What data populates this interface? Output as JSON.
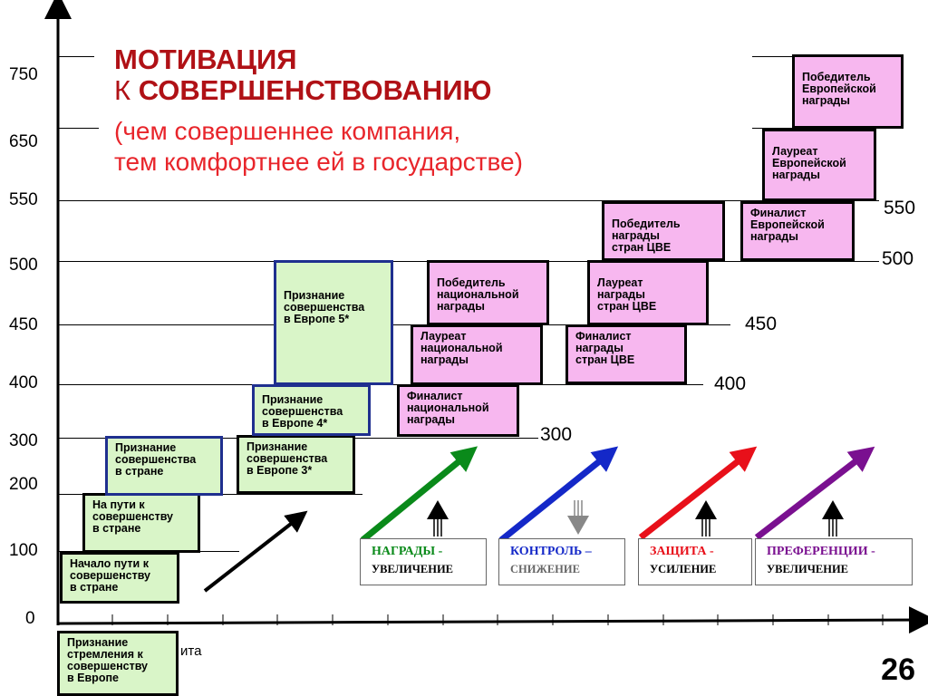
{
  "title": {
    "line1": "МОТИВАЦИЯ",
    "line2_prefix": "К",
    "line2_bold": "СОВЕРШЕНСТВОВАНИЮ",
    "subtitle": "(чем совершеннее компания,\nтем комфортнее ей в государстве)"
  },
  "axis": {
    "y_labels": [
      "750",
      "650",
      "550",
      "500",
      "450",
      "400",
      "300",
      "200",
      "100",
      "0"
    ],
    "right_labels": [
      "550",
      "500",
      "450",
      "400",
      "300"
    ],
    "partial_text": "ита"
  },
  "boxes": {
    "green": [
      "Признание\nстремления к\nсовершенству\nв Европе",
      "Начало пути к\nсовершенству\nв стране",
      "На пути к\nсовершенству\nв стране",
      "Признание\nсовершенства\nв стране",
      "Признание\nсовершенства\nв Европе 3*",
      "Признание\nсовершенства\nв Европе 4*",
      "Признание\nсовершенства\nв Европе 5*"
    ],
    "pink": [
      "Финалист\nнациональной\nнаграды",
      "Лауреат\nнациональной\nнаграды",
      "Победитель\nнациональной\nнаграды",
      "Финалист\nнаграды\nстран ЦВЕ",
      "Лауреат\nнаграды\nстран ЦВЕ",
      "Победитель\nнаграды\nстран ЦВЕ",
      "Финалист\nЕвропейской\nнаграды",
      "Лауреат\nЕвропейской\nнаграды",
      "Победитель\nЕвропейской\nнаграды"
    ]
  },
  "legend": [
    {
      "name": "НАГРАДЫ -",
      "action": "УВЕЛИЧЕНИЕ",
      "color": "#0a8a1a",
      "direction": "up"
    },
    {
      "name": "КОНТРОЛЬ –",
      "action": "СНИЖЕНИЕ",
      "color": "#1428c8",
      "direction": "down"
    },
    {
      "name": "ЗАЩИТА -",
      "action": "УСИЛЕНИЕ",
      "color": "#e8101a",
      "direction": "up"
    },
    {
      "name": "ПРЕФЕРЕНЦИИ -",
      "action": "УВЕЛИЧЕНИЕ",
      "color": "#7a1090",
      "direction": "up"
    }
  ],
  "page_number": "26"
}
